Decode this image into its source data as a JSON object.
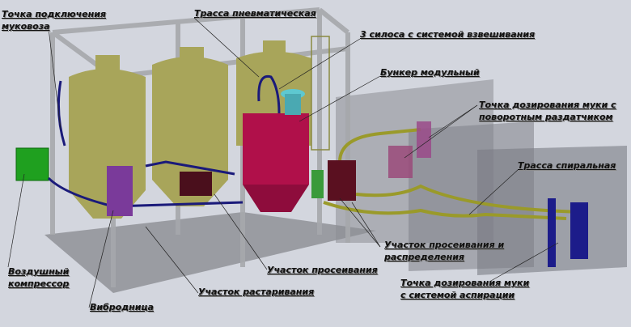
{
  "labels": {
    "truck_connection": [
      "Точка подключения",
      "муковоза"
    ],
    "pneumatic_route": "Трасса пневматическая",
    "silos": "3 силоса с системой взвешивания",
    "modular_hopper": "Бункер модульный",
    "dosing_rotary": [
      "Точка дозирования муки с",
      "поворотным раздатчиком"
    ],
    "spiral_route": "Трасса спиральная",
    "sifting_distribution": [
      "Участок просеивания и",
      "распределения"
    ],
    "dosing_aspiration": [
      "Точка дозирования муки",
      "с системой аспирации"
    ],
    "air_compressor": [
      "Воздушный",
      "компрессор"
    ],
    "sifting_area": "Участок просеивания",
    "unpacking_area": "Участок растаривания",
    "vibro_bottom": "Вибродница"
  },
  "colors": {
    "background": "#d3d6de",
    "silo": "#a8a55a",
    "hopper": "#b0104a",
    "pipe_pneumatic": "#1a1a7a",
    "pipe_spiral": "#9a9a2a",
    "compressor": "#1fa01f",
    "equipment_purple": "#7a3a9a",
    "equipment_dark": "#5a1020"
  }
}
